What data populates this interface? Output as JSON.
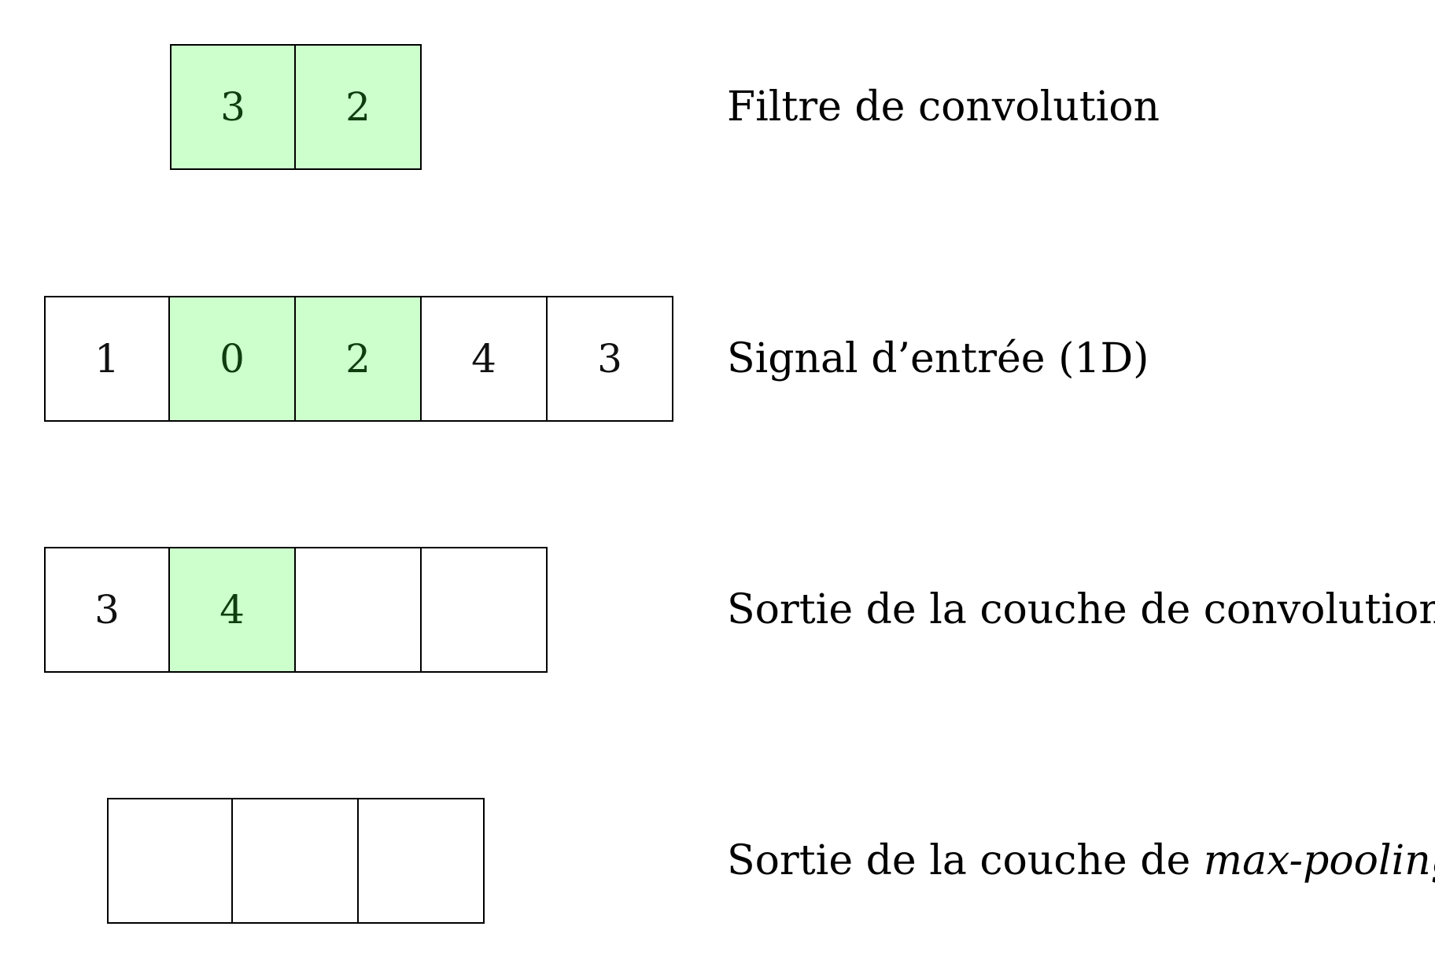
{
  "highlight_color": "#ccffcc",
  "rows": [
    {
      "label": "Filtre de convolution",
      "cells": [
        {
          "value": "3",
          "highlighted": true
        },
        {
          "value": "2",
          "highlighted": true
        }
      ]
    },
    {
      "label": "Signal d’entrée (1D)",
      "cells": [
        {
          "value": "1",
          "highlighted": false
        },
        {
          "value": "0",
          "highlighted": true
        },
        {
          "value": "2",
          "highlighted": true
        },
        {
          "value": "4",
          "highlighted": false
        },
        {
          "value": "3",
          "highlighted": false
        }
      ]
    },
    {
      "label": "Sortie de la couche de convolution",
      "cells": [
        {
          "value": "3",
          "highlighted": false
        },
        {
          "value": "4",
          "highlighted": true
        },
        {
          "value": "",
          "highlighted": false
        },
        {
          "value": "",
          "highlighted": false
        }
      ]
    },
    {
      "label_prefix": "Sortie de la couche de ",
      "label_italic": "max-pooling",
      "cells": [
        {
          "value": "",
          "highlighted": false
        },
        {
          "value": "",
          "highlighted": false
        },
        {
          "value": "",
          "highlighted": false
        }
      ]
    }
  ]
}
